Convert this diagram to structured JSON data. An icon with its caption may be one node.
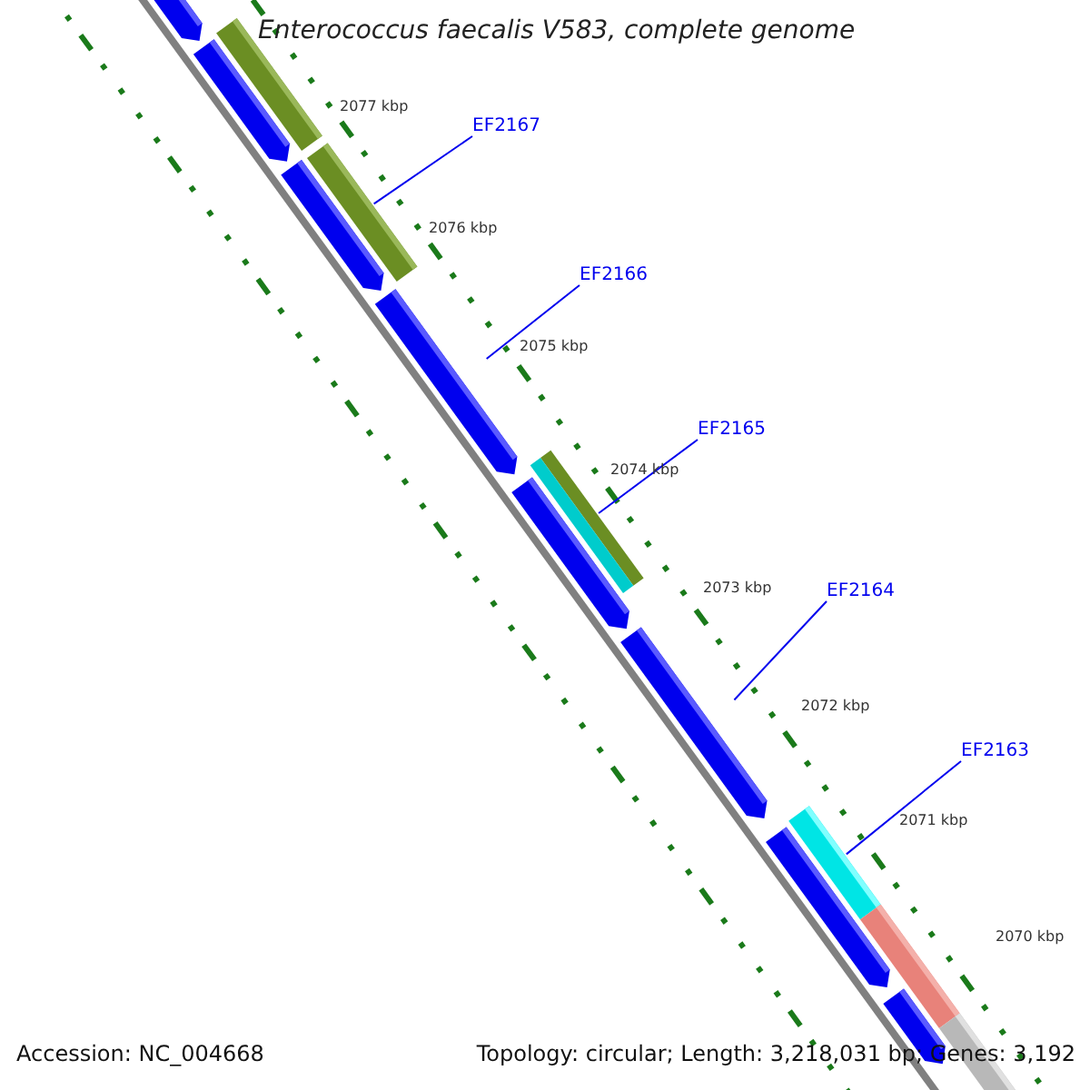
{
  "diagram": {
    "title": "Enterococcus faecalis V583, complete genome",
    "nodes": [
      {
        "text": [
          "EF2167"
        ]
      },
      {
        "text": [
          "EF2166"
        ]
      },
      {
        "text": [
          "EF2165"
        ]
      },
      {
        "text": [
          "EF2164"
        ]
      },
      {
        "text": [
          "EF2163"
        ]
      },
      {
        "text": [],
        "shape": "bar"
      },
      {
        "text": [],
        "shape": "bar"
      },
      {
        "text": [],
        "shape": "bar"
      },
      {
        "text": [],
        "shape": "bar"
      },
      {
        "text": [],
        "shape": "bar"
      },
      {
        "text": [],
        "shape": "bar"
      },
      {
        "text": [],
        "shape": "bar"
      },
      {
        "text": [],
        "shape": "bar"
      },
      {
        "text": [],
        "shape": "bar"
      },
      {
        "text": [],
        "shape": "bar"
      },
      {
        "text": [],
        "shape": "bar"
      },
      {
        "text": [],
        "shape": "bar"
      },
      {
        "text": [],
        "shape": "bar"
      },
      {
        "text": [],
        "shape": "bar"
      }
    ],
    "edges": [
      {
        "from": 0,
        "to": 9,
        "arrow": "none"
      },
      {
        "from": 1,
        "to": 10,
        "arrow": "none"
      },
      {
        "from": 2,
        "to": 12,
        "arrow": "none"
      },
      {
        "from": 3,
        "to": 13,
        "arrow": "none"
      },
      {
        "from": 4,
        "to": 15,
        "arrow": "none"
      }
    ],
    "labels": [
      "2077 kbp",
      "2076 kbp",
      "2075 kbp",
      "2074 kbp",
      "2073 kbp",
      "2072 kbp",
      "2071 kbp",
      "2070 kbp",
      "Accession: NC_004668",
      "Topology: circular; Length: 3,218,031 bp; Genes: 3,192"
    ]
  }
}
